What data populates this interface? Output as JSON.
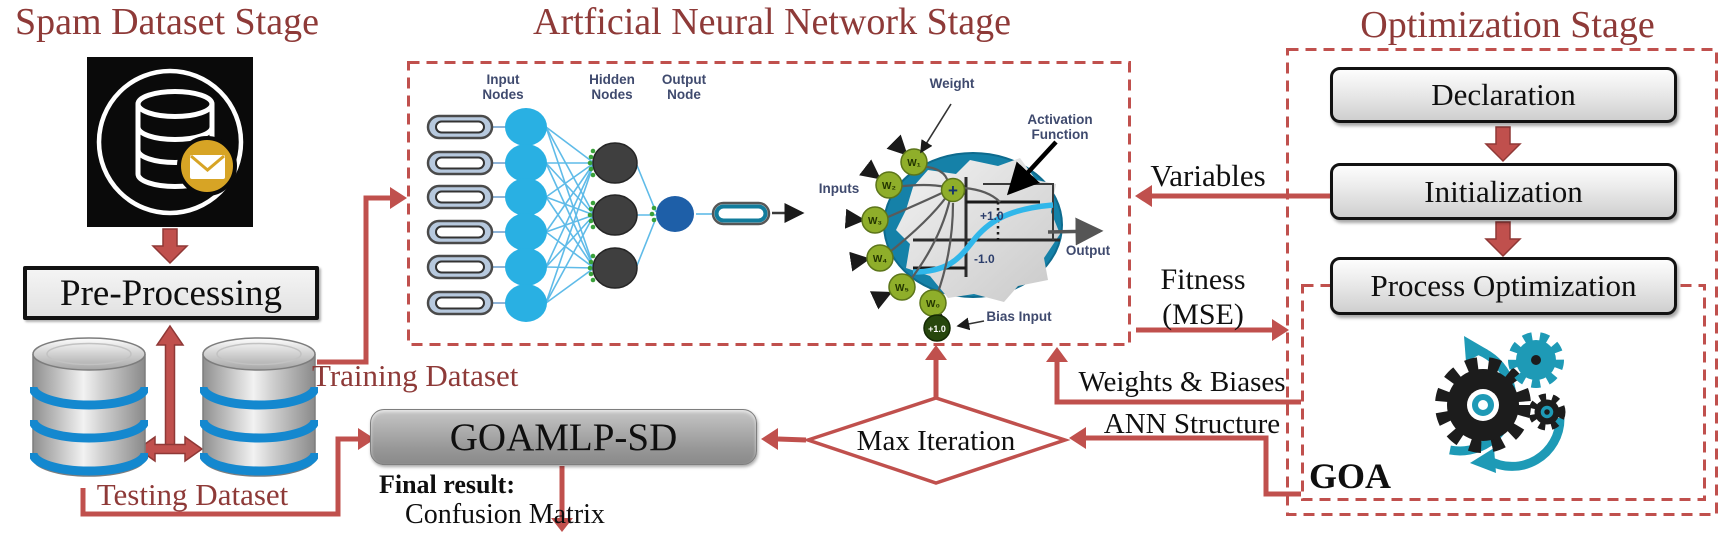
{
  "colors": {
    "maroon": "#8e3a38",
    "red_accent": "#c0504d",
    "navy_label": "#3f4a6e",
    "neuron_teal": "#1581a8",
    "input_node_cyan": "#29b0e3",
    "hidden_node_gray": "#3f3f3f",
    "output_node_blue": "#1e5fa8",
    "weight_green": "#8fae2a",
    "database_blue": "#1488cf",
    "envelope_gold": "#d7a425",
    "gear_teal": "#1e9ab6"
  },
  "icons": {
    "spam_source": "database-with-envelope-icon",
    "datasets": "silver-database-cylinder-icon",
    "goa": "gears-cycle-icon"
  },
  "titles": {
    "spam": "Spam Dataset Stage",
    "ann": "Artficial Neural Network Stage",
    "optimization": "Optimization Stage"
  },
  "spam_stage": {
    "preprocessing": "Pre-Processing",
    "testing_dataset": "Testing Dataset",
    "training_dataset": "Training Dataset"
  },
  "ann_stage": {
    "mlp": {
      "input_nodes": "Input\nNodes",
      "hidden_nodes": "Hidden\nNodes",
      "output_node": "Output\nNode"
    },
    "neuron": {
      "weight": "Weight",
      "inputs": "Inputs",
      "activation_function": "Activation\nFunction",
      "output": "Output",
      "bias_input": "Bias Input",
      "sum": "+",
      "weights": [
        "W₁",
        "W₂",
        "W₃",
        "W₄",
        "W₅",
        "W₀"
      ],
      "bias_value": "+1.0",
      "plot_high": "+1.0",
      "plot_low": "-1.0"
    }
  },
  "optimization_stage": {
    "steps": [
      "Declaration",
      "Initialization",
      "Process Optimization"
    ],
    "algorithm": "GOA"
  },
  "flow": {
    "model": "GOAMLP-SD",
    "final_result": "Final result:",
    "confusion_matrix": "Confusion Matrix",
    "decision": "Max Iteration",
    "variables": "Variables",
    "fitness": "Fitness\n(MSE)",
    "weights_biases": "Weights & Biases",
    "ann_structure": "ANN Structure"
  }
}
